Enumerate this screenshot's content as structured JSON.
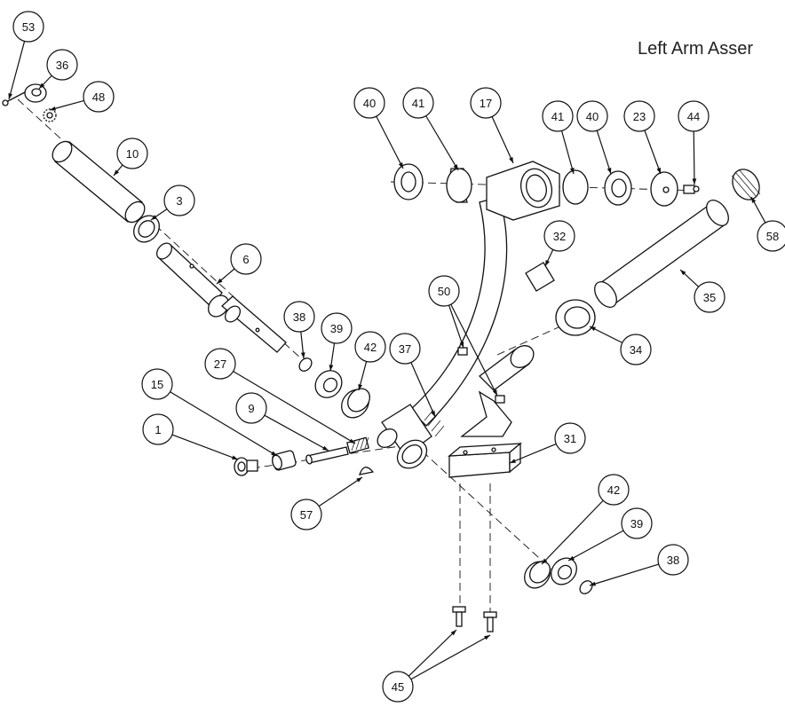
{
  "title": "Left Arm Asser",
  "callouts": [
    "53",
    "36",
    "48",
    "10",
    "3",
    "6",
    "38",
    "39",
    "42",
    "27",
    "15",
    "9",
    "1",
    "57",
    "37",
    "40",
    "41",
    "17",
    "41",
    "40",
    "23",
    "44",
    "58",
    "32",
    "35",
    "50",
    "34",
    "31",
    "42",
    "39",
    "38",
    "45"
  ]
}
